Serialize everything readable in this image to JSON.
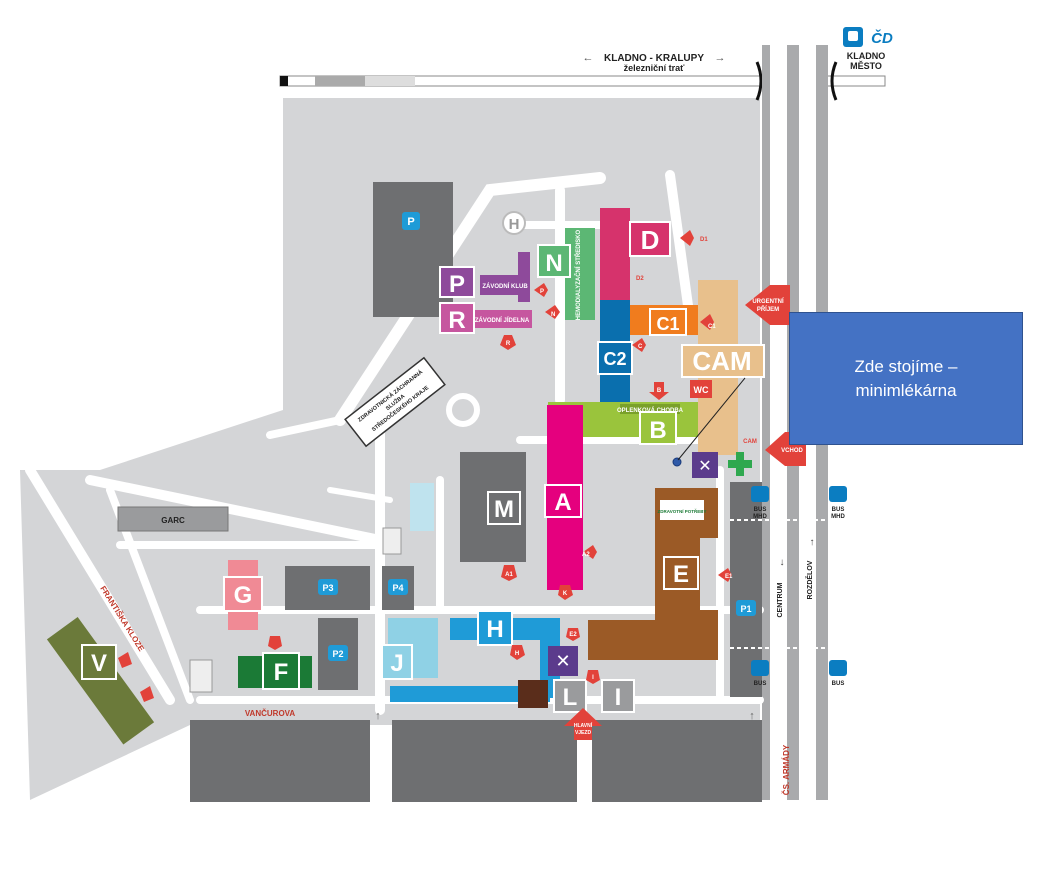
{
  "map": {
    "railway": {
      "line": "KLADNO - KRALUPY",
      "sub": "železniční trať"
    },
    "station": {
      "brand": "ČD",
      "name1": "KLADNO",
      "name2": "MĚSTO"
    },
    "callout": {
      "line1": "Zde stojíme –",
      "line2": "minimlékárna"
    },
    "streets": {
      "vancurova": "VANČUROVA",
      "frantiska_kloze": "FRANTIŠKA KLOZE",
      "cs_armady": "ČS. ARMÁDY",
      "centrum": "CENTRUM",
      "rozdelov": "ROZDĚLOV"
    },
    "buildings": {
      "P": "P",
      "R": "R",
      "N": "N",
      "D": "D",
      "C1": "C1",
      "C2": "C2",
      "CAM": "CAM",
      "B": "B",
      "A": "A",
      "M": "M",
      "E": "E",
      "H": "H",
      "J": "J",
      "L": "L",
      "I": "I",
      "G": "G",
      "F": "F",
      "V": "V",
      "heli": "H"
    },
    "labels": {
      "garc": "GARC",
      "zavodni_klub": "ZÁVODNÍ KLUB",
      "zavodni_jidelna": "ZÁVODNÍ JÍDELNA",
      "hemodialyza": "HEMODIALYZAČNÍ STŘEDISKO",
      "ems1": "ZDRAVOTNICKÁ ZÁCHRANNÁ",
      "ems2": "SLUŽBA",
      "ems3": "STŘEDOČESKÉHO KRAJE",
      "urgent1": "URGENTNÍ",
      "urgent2": "PŘÍJEM",
      "vchod": "VCHOD",
      "hlavni1": "HLAVNÍ",
      "hlavni2": "VJEZD",
      "wc": "WC",
      "opl": "OPLENKOVÁ CHODBA",
      "zdrav": "ZDRAVOTNÍ POTŘEBY"
    },
    "parking": {
      "p": "P",
      "p1": "P1",
      "p2": "P2",
      "p3": "P3",
      "p4": "P4"
    },
    "bus": {
      "bus": "BUS",
      "mhd": "MHD"
    },
    "entrances": {
      "d1": "D1",
      "d2": "D2",
      "c1": "C1",
      "c": "C",
      "n": "N",
      "p": "P",
      "r": "R",
      "b": "B",
      "a1": "A1",
      "a2": "A2",
      "e1": "E1",
      "e2": "E2",
      "h": "H",
      "k": "K",
      "i": "I",
      "cam": "CAM"
    },
    "colors": {
      "ground": "#d4d5d7",
      "road": "#ffffff",
      "block": "#6e6f71",
      "A": "#e5007e",
      "B": "#9ac43c",
      "C1": "#f07c1e",
      "C2": "#0a6fae",
      "CAM": "#e8c08c",
      "D": "#d6336c",
      "E": "#9b5a26",
      "N": "#5cb774",
      "P": "#8e4a9b",
      "R": "#c6569f",
      "H": "#1f9bd7",
      "J": "#8fd1e5",
      "G": "#f08a95",
      "F": "#1b7a36",
      "V": "#6b7a3a",
      "M": "#6e6f71",
      "arrow": "#e2423a",
      "bus": "#0b7dc1",
      "callout": "#4472c4"
    }
  }
}
